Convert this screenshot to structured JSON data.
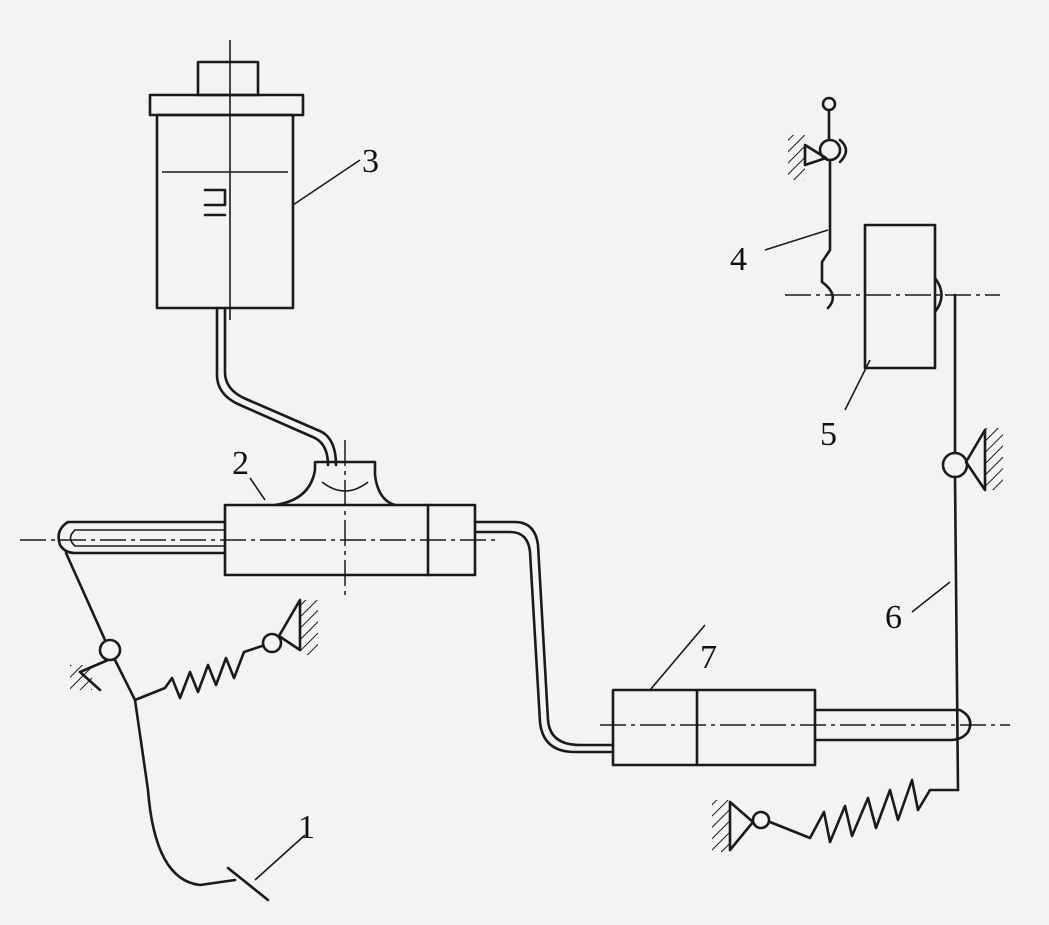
{
  "labels": {
    "pedal": "1",
    "master_cylinder": "2",
    "reservoir": "3",
    "fork": "4",
    "release_bearing": "5",
    "lever": "6",
    "slave_cylinder": "7"
  },
  "colors": {
    "ink": "#1a1a1a",
    "paper": "#f4f3f1"
  }
}
